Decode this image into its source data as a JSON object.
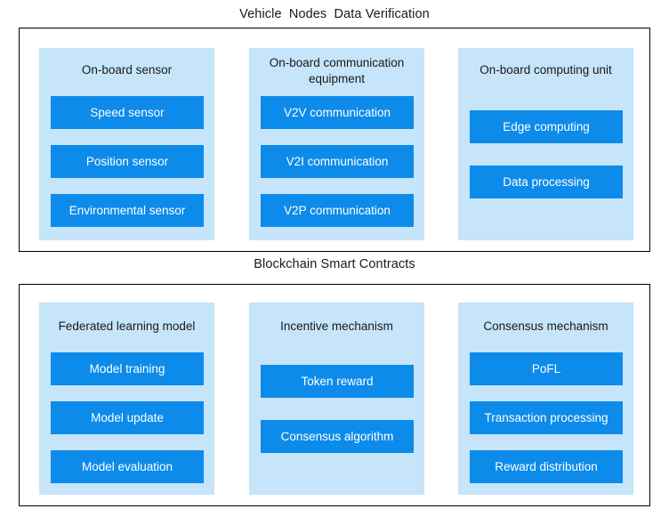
{
  "sections": [
    {
      "title": "Vehicle  Nodes  Data Verification",
      "groups": [
        {
          "title": "On-board sensor",
          "items": [
            "Speed sensor",
            "Position sensor",
            "Environmental sensor"
          ]
        },
        {
          "title": "On-board communication\nequipment",
          "items": [
            "V2V communication",
            "V2I communication",
            "V2P communication"
          ]
        },
        {
          "title": "On-board computing unit",
          "items": [
            "Edge computing",
            "Data processing"
          ]
        }
      ]
    },
    {
      "title": "Blockchain Smart Contracts",
      "groups": [
        {
          "title": "Federated learning model",
          "items": [
            "Model training",
            "Model update",
            "Model evaluation"
          ]
        },
        {
          "title": "Incentive mechanism",
          "items": [
            "Token reward",
            "Consensus algorithm"
          ]
        },
        {
          "title": "Consensus mechanism",
          "items": [
            "PoFL",
            "Transaction processing",
            "Reward distribution"
          ]
        }
      ]
    }
  ],
  "colors": {
    "panel_background": "#c6e4fa",
    "item_background": "#0d8bea",
    "item_text": "#ffffff",
    "frame_border": "#000000",
    "page_background": "#ffffff"
  }
}
